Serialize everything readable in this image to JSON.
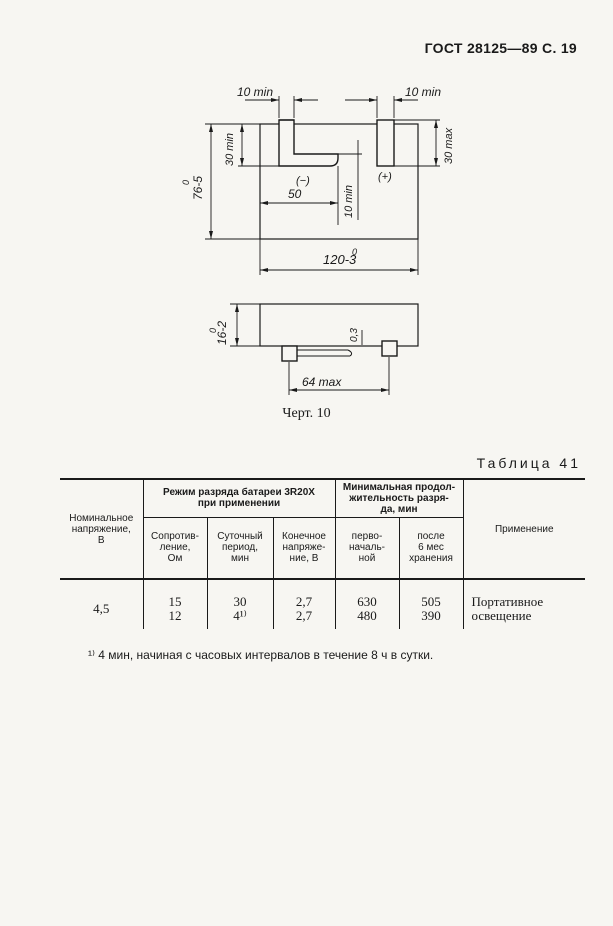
{
  "header": {
    "text": "ГОСТ 28125—89 С. 19"
  },
  "drawing": {
    "dim_10min_left": "10 min",
    "dim_10min_right": "10 min",
    "dim_30min": "30 min",
    "dim_30max": "30 max",
    "dim_76": "76-5",
    "dim_76_sup": "0",
    "dim_50": "50",
    "dim_10min_mid": "10 min",
    "minus_label": "(−)",
    "plus_label": "(+)",
    "dim_120": "120-3",
    "dim_120_sup": "0",
    "dim_16": "16-2",
    "dim_16_sup": "0",
    "dim_03": "0,3",
    "dim_64max": "64 max"
  },
  "caption": "Черт. 10",
  "table_title": "Таблица 41",
  "table": {
    "col_nominal": [
      "Номинальное",
      "напряжение,",
      "В"
    ],
    "col_mode": [
      "Режим разряда батареи 3R20X",
      "при применении"
    ],
    "col_min_duration": [
      "Минимальная продол-",
      "жительность разря-",
      "да, мин"
    ],
    "col_application": "Применение",
    "sub_resistance": [
      "Сопротив-",
      "ление,",
      "Ом"
    ],
    "sub_daily": [
      "Суточный",
      "период,",
      "мин"
    ],
    "sub_final": [
      "Конечное",
      "напряже-",
      "ние, В"
    ],
    "sub_initial": [
      "перво-",
      "началь-",
      "ной"
    ],
    "sub_after": [
      "после",
      "6 мес",
      "хранения"
    ],
    "row": {
      "nominal": "4,5",
      "resistance": [
        "15",
        "12"
      ],
      "daily": [
        "30",
        "4¹⁾"
      ],
      "final": [
        "2,7",
        "2,7"
      ],
      "initial": [
        "630",
        "480"
      ],
      "after": [
        "505",
        "390"
      ],
      "application": [
        "Портативное",
        "освещение"
      ]
    }
  },
  "footnote": "¹⁾ 4 мин, начиная с часовых интервалов в течение 8 ч в сутки."
}
